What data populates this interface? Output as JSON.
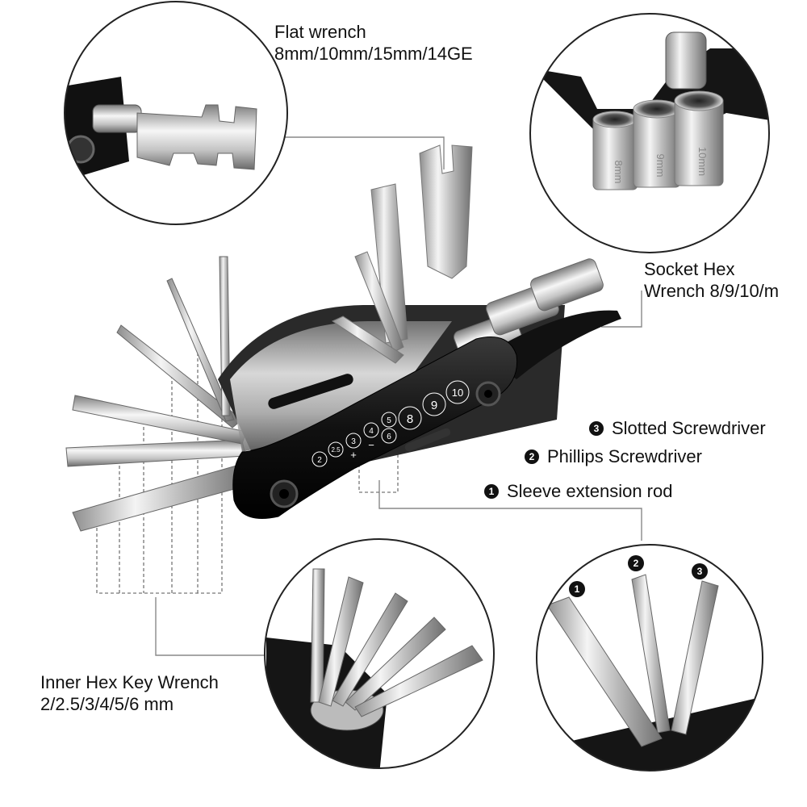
{
  "labels": {
    "flat_wrench": {
      "title": "Flat wrench",
      "sizes": "8mm/10mm/15mm/14GE"
    },
    "socket": {
      "title": "Socket Hex",
      "sizes": "Wrench 8/9/10/m"
    },
    "hex_key": {
      "title": "Inner Hex Key Wrench",
      "sizes": "2/2.5/3/4/5/6 mm"
    }
  },
  "callouts": [
    {
      "num": "3",
      "text": "Slotted Screwdriver"
    },
    {
      "num": "2",
      "text": "Phillips Screwdriver"
    },
    {
      "num": "1",
      "text": "Sleeve extension rod"
    }
  ],
  "body_markings": [
    "2",
    "2.5",
    "3",
    "4",
    "5",
    "6",
    "8",
    "9",
    "10",
    "+",
    "−"
  ],
  "socket_markings": [
    "8mm",
    "9mm",
    "10mm"
  ],
  "detail_numbers": [
    "1",
    "2",
    "3"
  ]
}
